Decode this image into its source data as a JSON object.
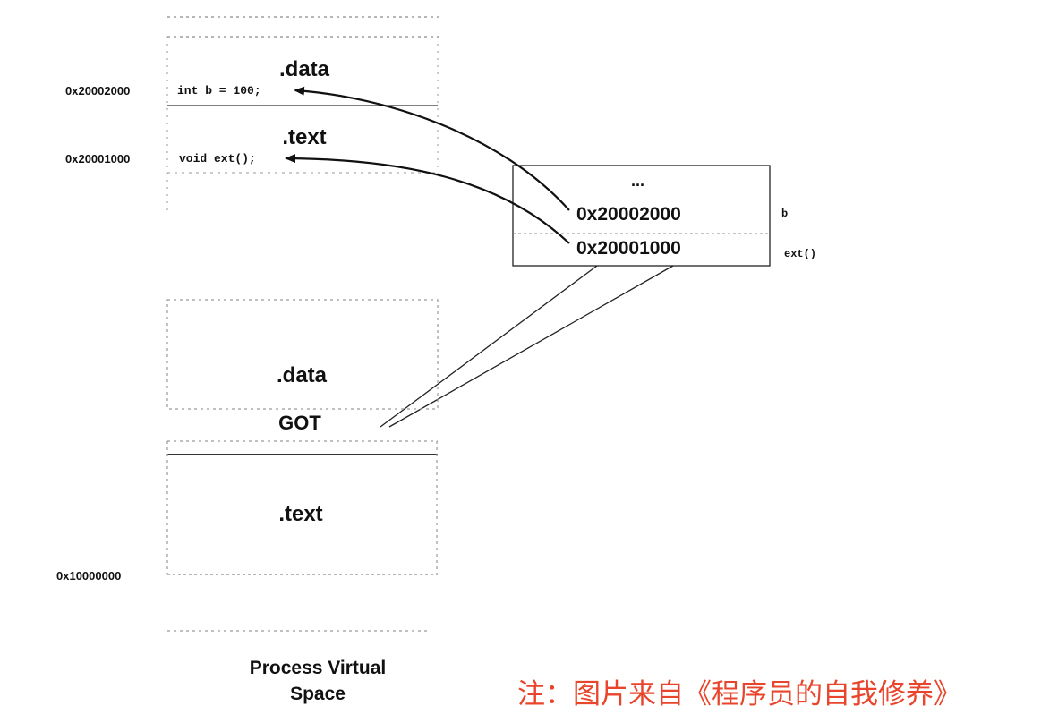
{
  "upper_region": {
    "data_segment": {
      "label": ".data",
      "address": "0x20002000",
      "code": "int b = 100;"
    },
    "text_segment": {
      "label": ".text",
      "address": "0x20001000",
      "code": "void ext();"
    }
  },
  "got_detail": {
    "ellipsis": "...",
    "entries": [
      {
        "value": "0x20002000",
        "symbol": "b"
      },
      {
        "value": "0x20001000",
        "symbol": "ext()"
      }
    ]
  },
  "lower_region": {
    "data_label": ".data",
    "got_label": "GOT",
    "text_label": ".text",
    "base_address": "0x10000000"
  },
  "caption": [
    "Process Virtual",
    "Space"
  ],
  "note": "注：图片来自《程序员的自我修养》",
  "colors": {
    "ink": "#111111",
    "note": "#e8452c",
    "dotted": "#8a8a8a"
  }
}
